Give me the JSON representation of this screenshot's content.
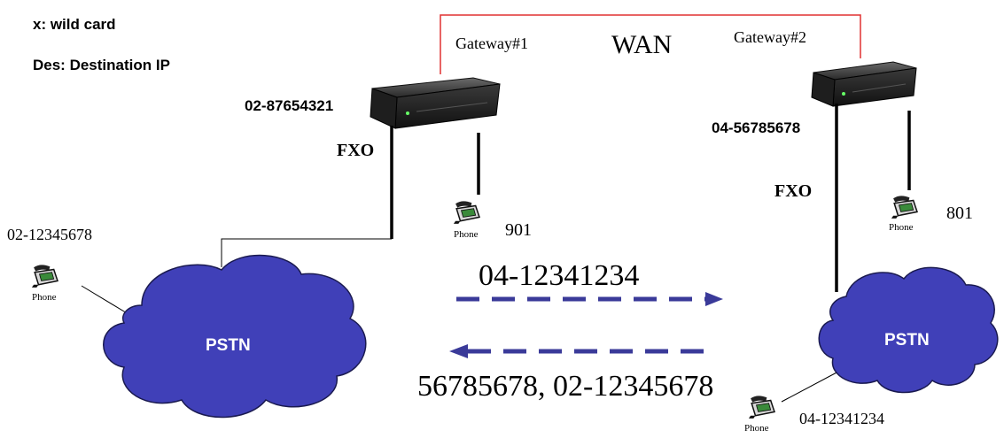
{
  "legend": {
    "wildcard": "x: wild card",
    "destination": "Des: Destination IP"
  },
  "wan": {
    "label": "WAN",
    "gateway1": "Gateway#1",
    "gateway2": "Gateway#2",
    "link_color": "#e03030"
  },
  "left_site": {
    "gateway_number": "02-87654321",
    "fxo_label": "FXO",
    "extension_phone_label": "Phone",
    "extension": "901",
    "pstn_phone_number": "02-12345678",
    "pstn_phone_label": "Phone",
    "pstn_label": "PSTN"
  },
  "right_site": {
    "gateway_number": "04-56785678",
    "fxo_label": "FXO",
    "extension_phone_label": "Phone",
    "extension": "801",
    "pstn_phone_number": "04-12341234",
    "pstn_phone_label": "Phone",
    "pstn_label": "PSTN"
  },
  "flows": {
    "outbound_dialed": "04-12341234",
    "inbound_dialed": "56785678, 02-12345678",
    "arrow_color": "#3a3a99"
  },
  "colors": {
    "cloud_fill": "#4040b8",
    "cloud_stroke": "#1a1a50"
  }
}
